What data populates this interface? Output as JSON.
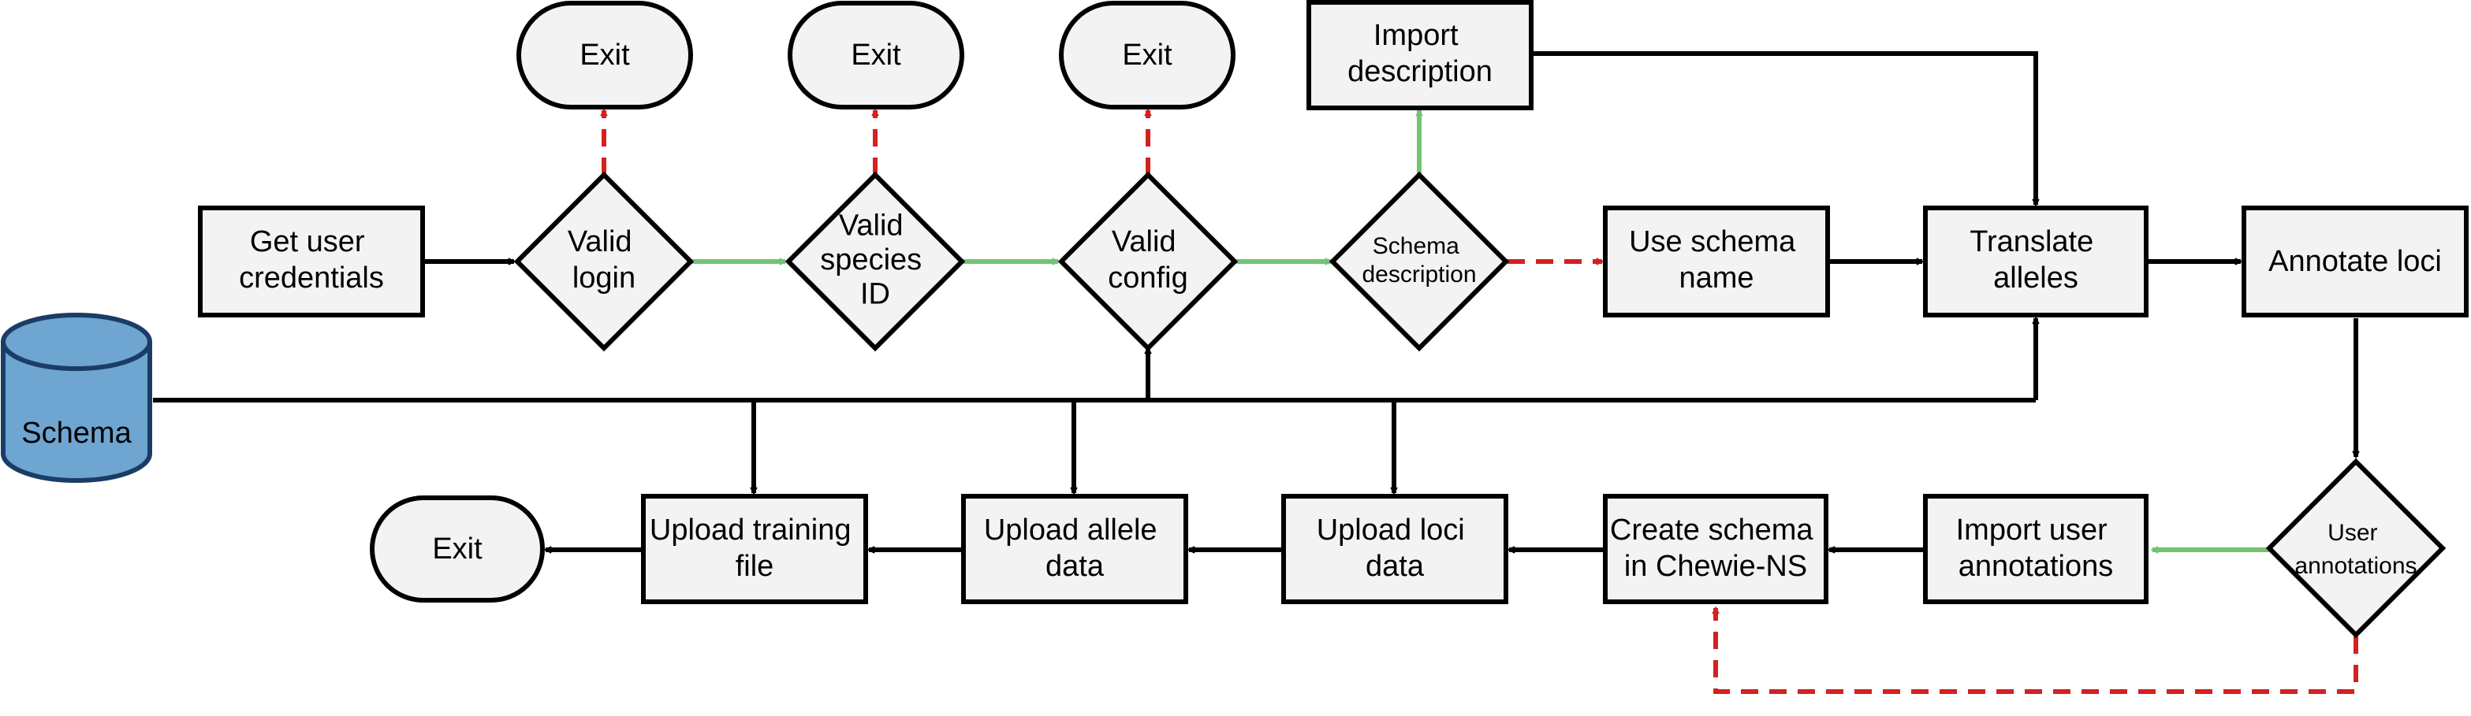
{
  "colors": {
    "box_fill": "#f3f3f3",
    "stroke": "#000000",
    "yes_arrow": "#72c472",
    "no_arrow": "#d42020",
    "database_fill": "#6fa5d1",
    "database_stroke": "#1a3d66"
  },
  "nodes": {
    "get_credentials": [
      "Get user",
      "credentials"
    ],
    "valid_login": [
      "Valid",
      "login"
    ],
    "valid_species": [
      "Valid",
      "species",
      "ID"
    ],
    "valid_config": [
      "Valid",
      "config"
    ],
    "schema_description": [
      "Schema",
      "description"
    ],
    "import_description": [
      "Import",
      "description"
    ],
    "use_schema_name": [
      "Use schema",
      "name"
    ],
    "translate_alleles": [
      "Translate",
      "alleles"
    ],
    "annotate_loci": [
      "Annotate loci"
    ],
    "user_annotations": [
      "User",
      "annotations"
    ],
    "import_user_annotations": [
      "Import user",
      "annotations"
    ],
    "create_schema": [
      "Create schema",
      "in Chewie-NS"
    ],
    "upload_loci": [
      "Upload loci",
      "data"
    ],
    "upload_allele": [
      "Upload allele",
      "data"
    ],
    "upload_training": [
      "Upload training",
      "file"
    ],
    "schema_db": [
      "Schema"
    ],
    "exit_login": [
      "Exit"
    ],
    "exit_species": [
      "Exit"
    ],
    "exit_config": [
      "Exit"
    ],
    "exit_final": [
      "Exit"
    ]
  }
}
